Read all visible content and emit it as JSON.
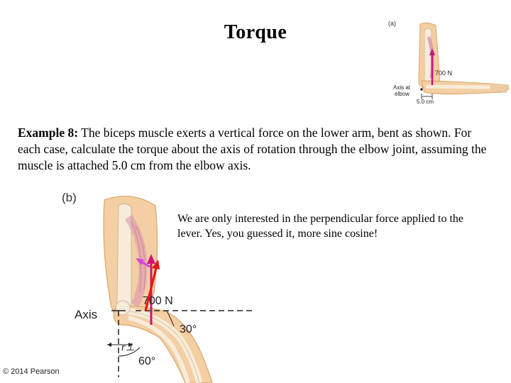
{
  "title": "Torque",
  "example": {
    "label": "Example 8:",
    "text": " The biceps muscle exerts a vertical force on the lower arm, bent as shown.  For each case, calculate the torque about the axis of rotation through the elbow joint, assuming the muscle is attached 5.0 cm from the elbow axis."
  },
  "note": "We are only interested in the perpendicular force applied to the lever.  Yes, you guessed it, more sine cosine!",
  "figure_a": {
    "panel_label": "(a)",
    "force_label": "700 N",
    "axis_label_line1": "Axis at",
    "axis_label_line2": "elbow",
    "distance_label": "5.0 cm"
  },
  "figure_b": {
    "panel_label": "(b)",
    "force_label": "700 N",
    "axis_label": "Axis",
    "angle_30": "30°",
    "angle_60": "60°",
    "r_label": "r⊥"
  },
  "copyright": "© 2014 Pearson"
}
